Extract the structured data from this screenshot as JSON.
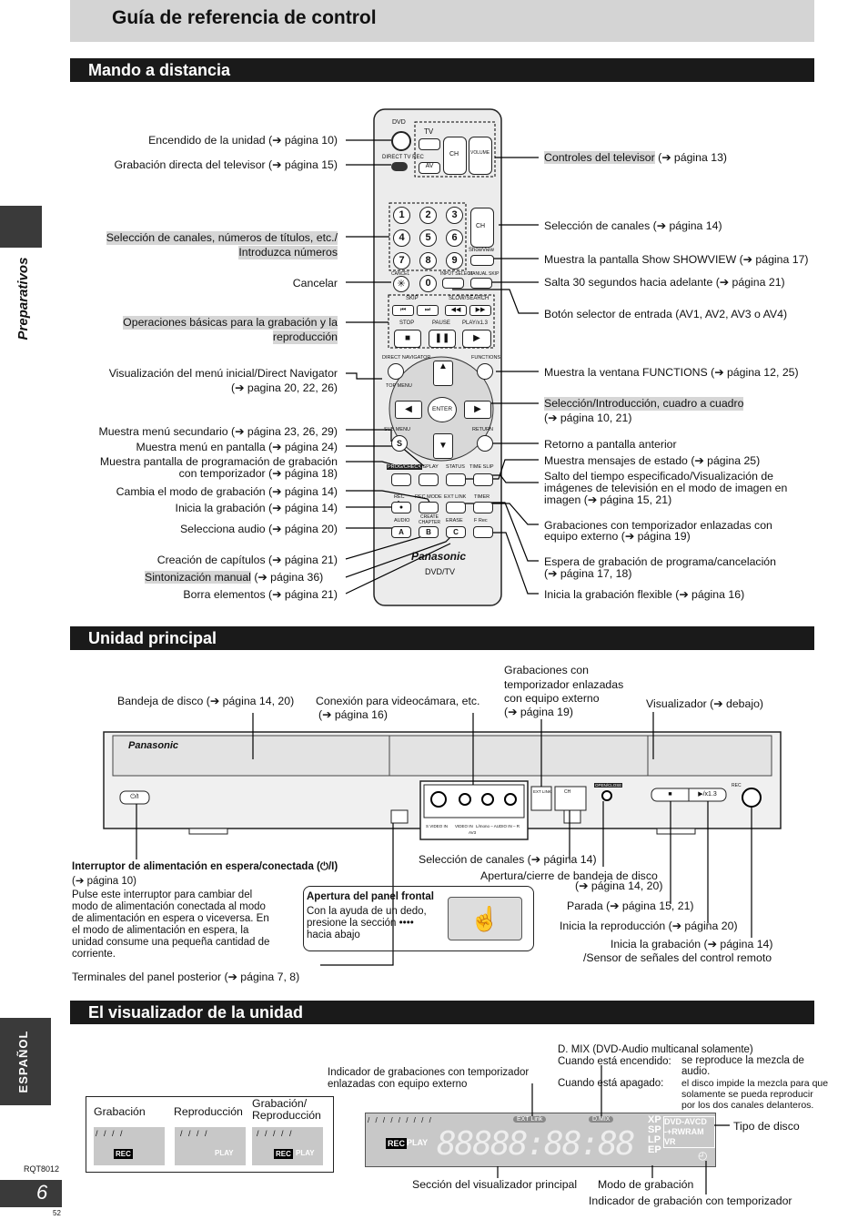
{
  "header": {
    "title": "Guía de referencia de control"
  },
  "sections": {
    "remote": "Mando a distancia",
    "main_unit": "Unidad principal",
    "display": "El visualizador de la unidad"
  },
  "side": {
    "preparativos": "Preparativos",
    "espanol": "ESPAÑOL",
    "model": "RQT8012",
    "page": "6",
    "page_small": "52"
  },
  "remote": {
    "brand": "Panasonic",
    "model": "DVD/TV",
    "labels": {
      "dvd": "DVD",
      "tv": "TV",
      "direct_tv_rec": "DIRECT TV REC",
      "av": "AV",
      "ch": "CH",
      "volume": "VOLUME",
      "showview": "ShowView",
      "cancel": "CANCEL",
      "input_select": "INPUT SELECT",
      "manual_skip": "MANUAL SKIP",
      "skip": "SKIP",
      "slow_search": "SLOW/SEARCH",
      "stop": "STOP",
      "pause": "PAUSE",
      "play": "PLAY/x1.3",
      "direct_navigator": "DIRECT NAVIGATOR",
      "functions": "FUNCTIONS",
      "top_menu": "TOP MENU",
      "enter": "ENTER",
      "sub_menu": "SUB MENU",
      "return": "RETURN",
      "prog_check": "PROG/CHECK",
      "display": "DISPLAY",
      "status": "STATUS",
      "time_slip": "TIME SLIP",
      "rec": "REC",
      "rec_mode": "REC MODE",
      "ext_link": "EXT LINK",
      "timer": "TIMER",
      "audio": "AUDIO",
      "create_chapter": "CREATE CHAPTER",
      "erase": "ERASE",
      "f_rec": "F Rec",
      "a": "A",
      "b": "B",
      "c": "C",
      "s": "S"
    },
    "digits": [
      "1",
      "2",
      "3",
      "4",
      "5",
      "6",
      "7",
      "8",
      "9",
      "0"
    ],
    "callouts_left": [
      "Encendido de la unidad (➔ página 10)",
      "Grabación directa del televisor (➔ página 15)",
      "Selección de canales, números de títulos, etc./",
      "Introduzca números",
      "Cancelar",
      "Operaciones básicas para la grabación y la",
      "reproducción",
      "Visualización del menú inicial/Direct Navigator",
      "(➔ pagina 20, 22, 26)",
      "Muestra menú secundario (➔ página 23, 26, 29)",
      "Muestra menú en pantalla (➔ página 24)",
      "Muestra pantalla de programación de grabación",
      "con temporizador (➔ página 18)",
      "Cambia el modo de grabación (➔ página 14)",
      "Inicia la grabación (➔ página 14)",
      "Selecciona audio (➔ página 20)",
      "Creación de capítulos (➔ página 21)",
      "Sintonización manual",
      "(➔ página 36)",
      "Borra elementos (➔ página 21)"
    ],
    "callouts_right": [
      "Controles del televisor",
      "(➔ página 13)",
      "Selección de canales (➔ página 14)",
      "Muestra la pantalla Show SHOWVIEW (➔ página 17)",
      "Salta 30 segundos hacia adelante (➔ página 21)",
      "Botón selector de entrada (AV1, AV2, AV3 o AV4)",
      "Muestra la ventana FUNCTIONS (➔ página 12, 25)",
      "Selección/Introducción, cuadro a cuadro",
      "(➔ página 10, 21)",
      "Retorno a pantalla anterior",
      "Muestra mensajes de estado (➔ página 25)",
      "Salto del tiempo especificado/Visualización de",
      "imágenes de televisión en el modo de imagen en",
      "imagen (➔ página 15, 21)",
      "Grabaciones con temporizador enlazadas con",
      "equipo externo (➔ página 19)",
      "Espera de grabación de programa/cancelación",
      "(➔ página 17, 18)",
      "Inicia la grabación flexible (➔ página 16)"
    ]
  },
  "main_unit": {
    "brand": "Panasonic",
    "panel_labels": {
      "svideo": "S VIDEO IN",
      "video": "VIDEO IN",
      "audio": "L/mono – AUDIO IN – R",
      "av3": "AV3",
      "ext_link": "EXT LINK",
      "ch": "CH",
      "open_close": "OPEN/CLOSE",
      "rec": "REC",
      "play": "▶/x1.3",
      "stop": "■",
      "power": "⏻/I"
    },
    "callouts_top": [
      "Bandeja de disco (➔ página 14, 20)",
      "Conexión para videocámara, etc.",
      "(➔ página 16)",
      "Grabaciones con",
      "temporizador enlazadas",
      "con equipo externo",
      "(➔ página 19)",
      "Visualizador (➔ debajo)"
    ],
    "power_title": "Interruptor de alimentación en espera/conectada (⏻/I)",
    "power_page": "(➔ página 10)",
    "power_desc": [
      "Pulse este interruptor para cambiar del",
      "modo de alimentación conectada al modo",
      "de alimentación en espera o viceversa. En",
      "el modo de alimentación en espera, la",
      "unidad consume una pequeña cantidad de",
      "corriente."
    ],
    "rear_terminals": "Terminales del panel posterior (➔ página 7, 8)",
    "front_panel_title": "Apertura del panel frontal",
    "front_panel_desc": [
      "Con la ayuda de un dedo,",
      "presione la sección ••••",
      "hacia abajo"
    ],
    "callouts_bottom": [
      "Selección de canales (➔ página 14)",
      "Apertura/cierre de bandeja de disco",
      "(➔ página 14, 20)",
      "Parada (➔ página 15, 21)",
      "Inicia la reproducción (➔ página 20)",
      "Inicia la grabación (➔ página 14)",
      "/Sensor de señales del control remoto"
    ]
  },
  "display": {
    "dmix_title": "D. MIX (DVD-Audio multicanal solamente)",
    "dmix_on_label": "Cuando está encendido:",
    "dmix_on_desc": [
      "se reproduce la mezcla de",
      "audio."
    ],
    "dmix_off_label": "Cuando está apagado:",
    "dmix_off_desc": [
      "el disco impide la mezcla para que",
      "solamente se pueda reproducir",
      "por los dos canales delanteros."
    ],
    "ext_link_indicator": [
      "Indicador de grabaciones con temporizador",
      "enlazadas con equipo externo"
    ],
    "modes": [
      "Grabación",
      "Reproducción",
      "Grabación/",
      "Reproducción"
    ],
    "rec": "REC",
    "play": "PLAY",
    "ext_link": "EXT Link",
    "dmix": "D.MIX",
    "rec_modes": [
      "XP",
      "SP",
      "LP",
      "EP"
    ],
    "disc_types": [
      "DVD-AVCD",
      "-+RWRAM",
      "VR"
    ],
    "disc_type_label": "Tipo de disco",
    "main_section": "Sección del visualizador principal",
    "rec_mode_label": "Modo de grabación",
    "timer_indicator": "Indicador de grabación con temporizador"
  }
}
